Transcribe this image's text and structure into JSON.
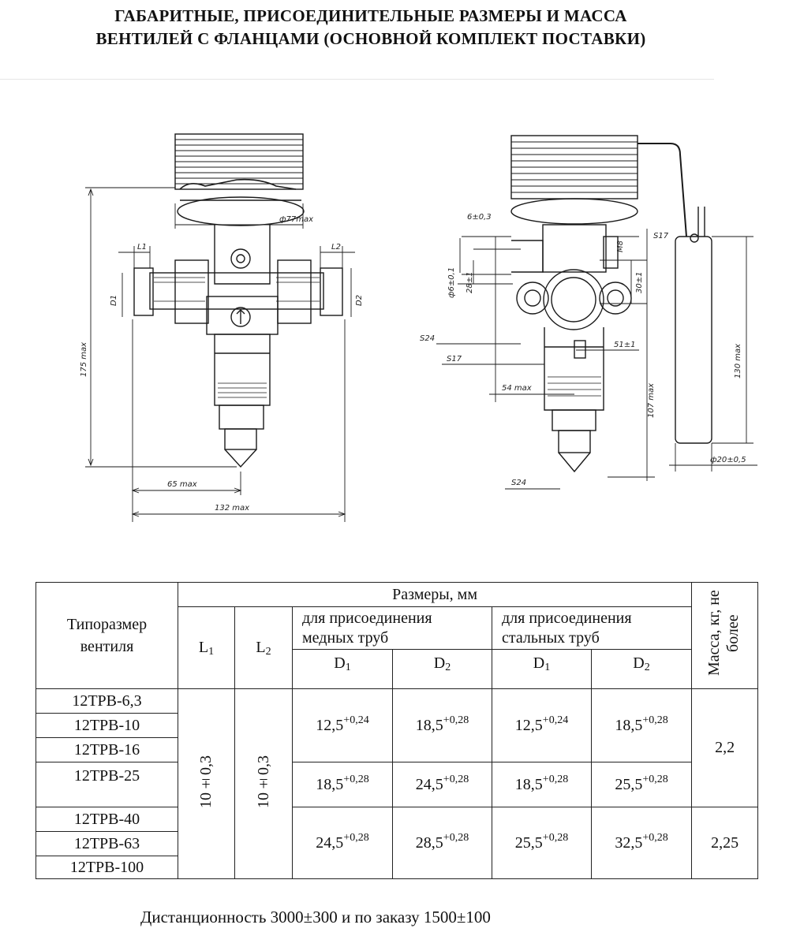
{
  "title": {
    "line1": "ГАБАРИТНЫЕ, ПРИСОЕДИНИТЕЛЬНЫЕ РАЗМЕРЫ И МАССА",
    "line2": "ВЕНТИЛЕЙ С ФЛАНЦАМИ (ОСНОВНОЙ КОМПЛЕКТ ПОСТАВКИ)"
  },
  "drawing": {
    "left_view": {
      "d77": "ф77max",
      "l1": "L1",
      "l2": "L2",
      "d1": "D1",
      "d2": "D2",
      "h175": "175 max",
      "w65": "65 max",
      "w132": "132 max"
    },
    "right_view": {
      "d6": "6±0,3",
      "m8": "M8",
      "s17a": "S17",
      "phi6": "ф6±0,1",
      "d28": "28±1",
      "d30": "30±1",
      "s24a": "S24",
      "s17b": "S17",
      "d51": "51±1",
      "d54": "54 max",
      "h107": "107 max",
      "h130": "130 max",
      "phi20": "ф20±0,5",
      "s24b": "S24"
    }
  },
  "table": {
    "h_type": "Типоразмер вентиля",
    "h_sizes": "Размеры, мм",
    "h_mass": "Масса, кг, не более",
    "h_l1": "L",
    "h_l1_sub": "1",
    "h_l2": "L",
    "h_l2_sub": "2",
    "h_copper": "для присоединения медных труб",
    "h_steel": "для присоединения стальных труб",
    "h_d": "D",
    "h_d1_sub": "1",
    "h_d2_sub": "2",
    "l_value": "10±0,3",
    "types": [
      "12ТРВ-6,3",
      "12ТРВ-10",
      "12ТРВ-16",
      "12ТРВ-25",
      "12ТРВ-40",
      "12ТРВ-63",
      "12ТРВ-100"
    ],
    "groups": [
      {
        "cu_d1": "12,5",
        "cu_d1_tol": "+0,24",
        "cu_d2": "18,5",
        "cu_d2_tol": "+0,28",
        "st_d1": "12,5",
        "st_d1_tol": "+0,24",
        "st_d2": "18,5",
        "st_d2_tol": "+0,28"
      },
      {
        "cu_d1": "18,5",
        "cu_d1_tol": "+0,28",
        "cu_d2": "24,5",
        "cu_d2_tol": "+0,28",
        "st_d1": "18,5",
        "st_d1_tol": "+0,28",
        "st_d2": "25,5",
        "st_d2_tol": "+0,28"
      },
      {
        "cu_d1": "24,5",
        "cu_d1_tol": "+0,28",
        "cu_d2": "28,5",
        "cu_d2_tol": "+0,28",
        "st_d1": "25,5",
        "st_d1_tol": "+0,28",
        "st_d2": "32,5",
        "st_d2_tol": "+0,28"
      }
    ],
    "mass_1": "2,2",
    "mass_2": "2,25"
  },
  "footer": "Дистанционность 3000±300 и по заказу 1500±100"
}
